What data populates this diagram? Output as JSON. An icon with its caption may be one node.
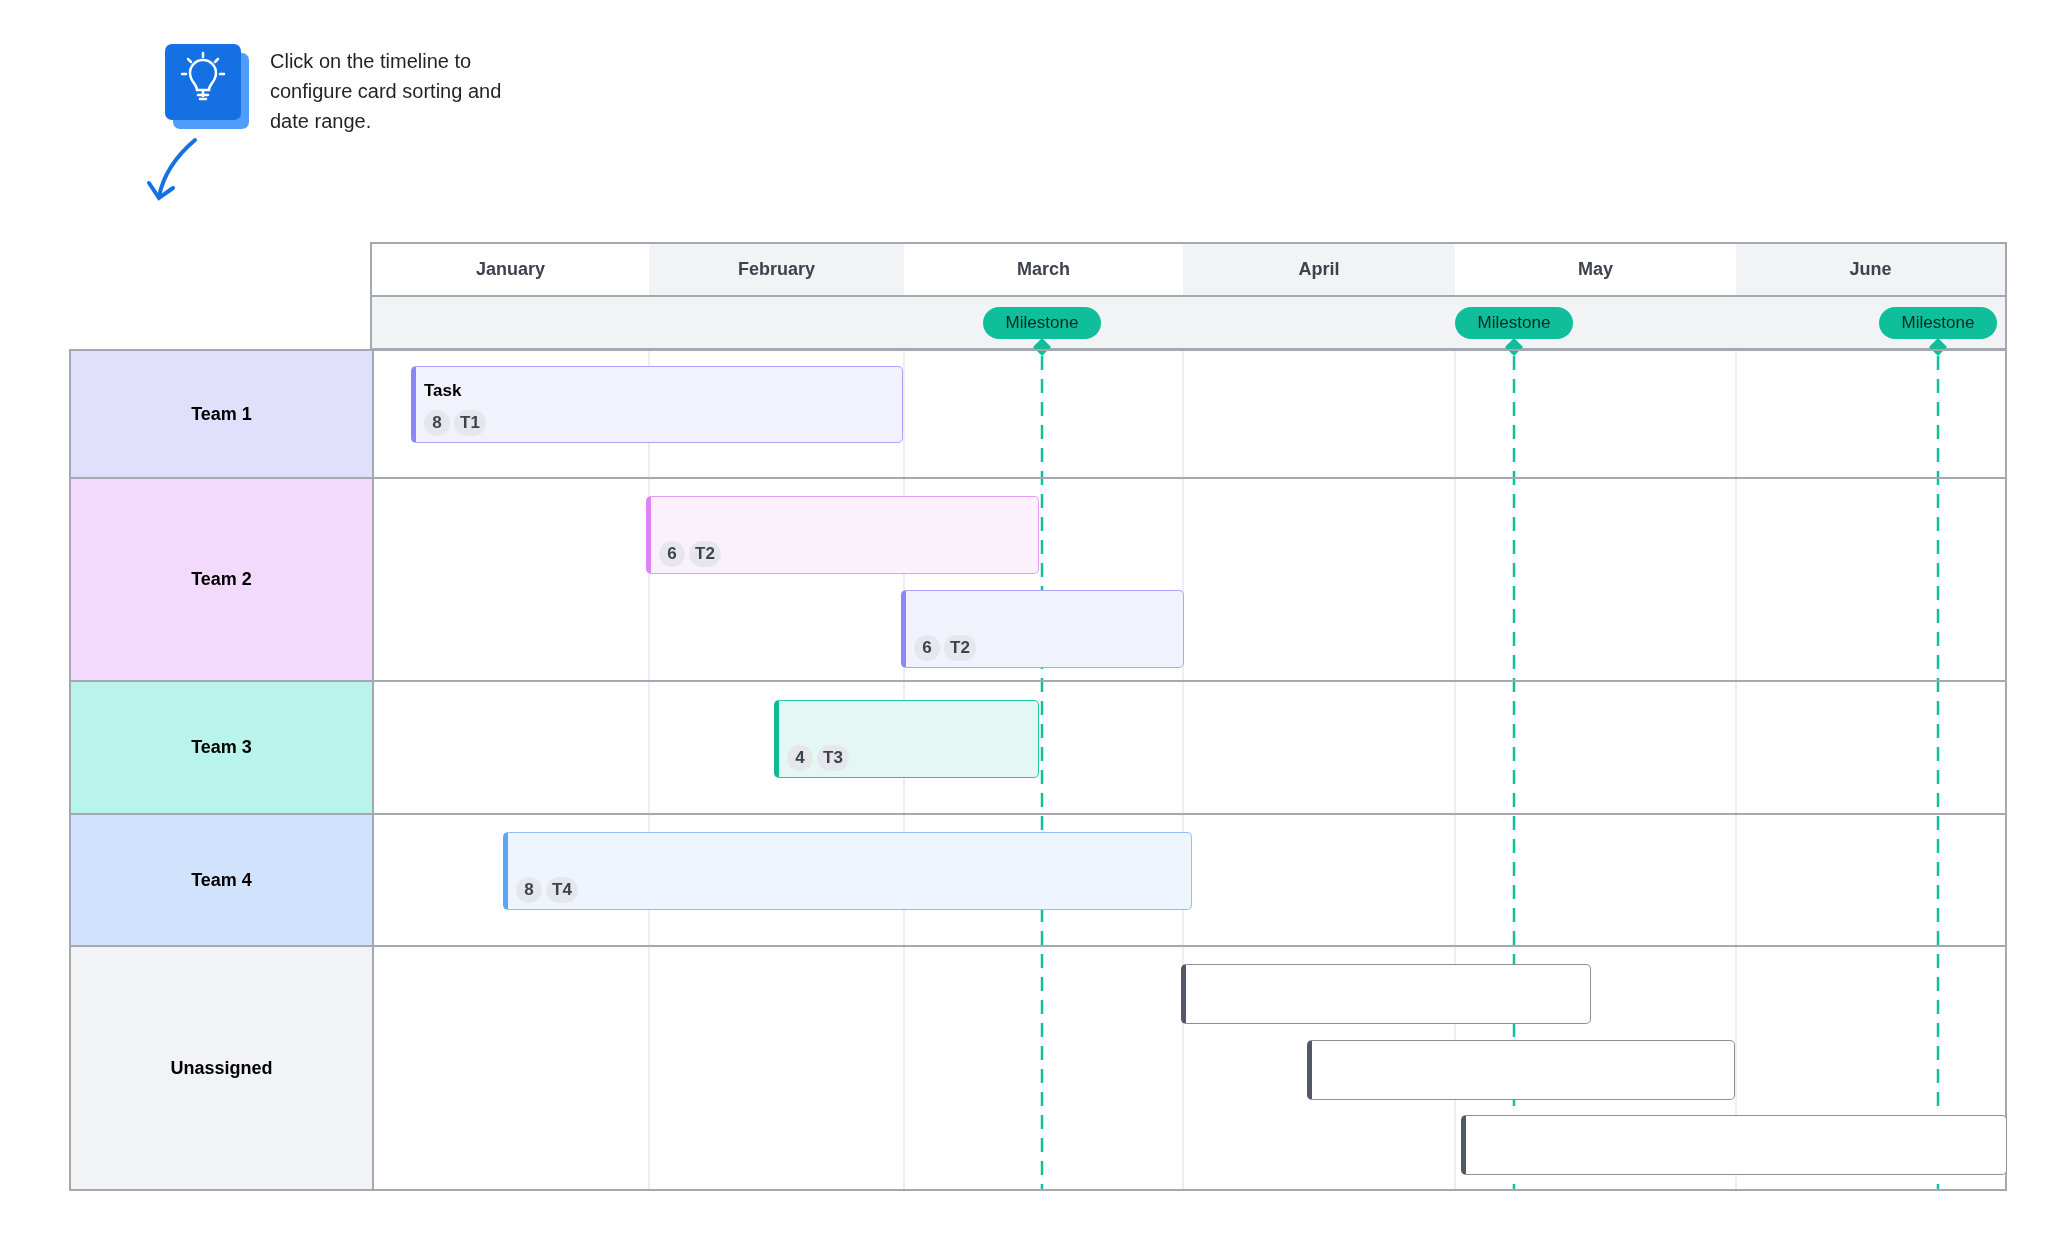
{
  "diagram": {
    "nodes": [
      {
        "text": [
          "Milestone"
        ]
      },
      {
        "text": [
          "Milestone"
        ]
      },
      {
        "text": [
          "Milestone"
        ]
      },
      {
        "text": [
          "Team 1"
        ]
      },
      {
        "text": [
          "Task",
          "8",
          "T1"
        ],
        "in": 3
      },
      {
        "text": [
          "Team 2"
        ]
      },
      {
        "text": [
          "6",
          "T2"
        ],
        "in": 5
      },
      {
        "text": [
          "6",
          "T2"
        ],
        "in": 5
      },
      {
        "text": [
          "Team 3"
        ]
      },
      {
        "text": [
          "4",
          "T3"
        ],
        "in": 8
      },
      {
        "text": [
          "Team 4"
        ]
      },
      {
        "text": [
          "8",
          "T4"
        ],
        "in": 10
      },
      {
        "text": [
          "Unassigned"
        ]
      },
      {
        "text": [],
        "shape": "box",
        "in": 12
      },
      {
        "text": [],
        "shape": "box",
        "in": 12
      },
      {
        "text": [],
        "shape": "box",
        "in": 12
      }
    ],
    "edges": [],
    "labels": [
      "Click on the timeline to configure card sorting and date range.",
      "January",
      "February",
      "March",
      "April",
      "May",
      "June"
    ]
  }
}
